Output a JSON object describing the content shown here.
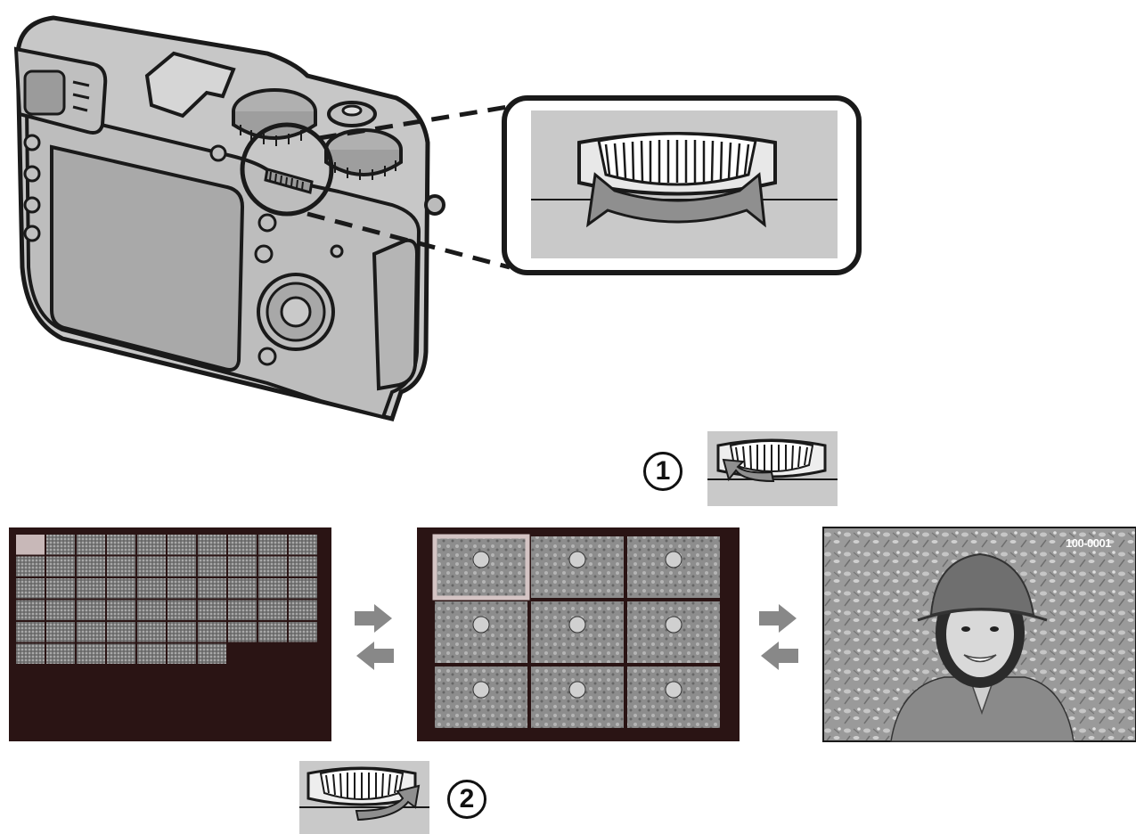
{
  "steps": [
    {
      "label": "1",
      "dial_direction": "left"
    },
    {
      "label": "2",
      "dial_direction": "right"
    }
  ],
  "playback_views": [
    {
      "name": "100-frame-index",
      "columns": 10,
      "rows": 6,
      "filled_thumbnails": 57
    },
    {
      "name": "9-frame-index",
      "columns": 3,
      "rows": 3,
      "highlighted_frame": 1
    },
    {
      "name": "full-frame",
      "frame_number": "100-0001"
    }
  ],
  "colors": {
    "outline": "#1a1a1a",
    "camera_body": "#c7c7c7",
    "screen": "#a9a9a9",
    "panel_dark": "#2a1414",
    "arrow": "#888888",
    "callout_bg": "#c9c9c9",
    "highlight": "#d4c4c4"
  },
  "icons": [
    "command-dial-icon",
    "forward-arrow-icon",
    "back-arrow-icon"
  ]
}
